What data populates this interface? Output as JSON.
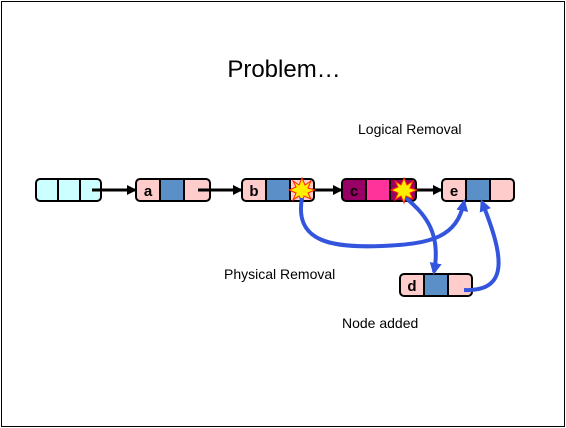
{
  "slide": {
    "title": "Problem…",
    "labels": {
      "logical_removal": "Logical Removal",
      "physical_removal": "Physical Removal",
      "node_added": "Node added"
    }
  },
  "nodes": [
    {
      "id": "head",
      "label": "",
      "color": "#ccffff"
    },
    {
      "id": "a",
      "label": "a",
      "color": "#ffcccc"
    },
    {
      "id": "b",
      "label": "b",
      "color": "#ffcccc"
    },
    {
      "id": "c",
      "label": "c",
      "color": "#990066"
    },
    {
      "id": "e",
      "label": "e",
      "color": "#ffcccc"
    },
    {
      "id": "d",
      "label": "d",
      "color": "#ffcccc"
    }
  ],
  "colors": {
    "pointer_field": "#5b8fc8",
    "marked_field": "#ff3399",
    "arrow_black": "#000000",
    "arrow_blue": "#3355dd",
    "starburst": "#ffee00"
  }
}
